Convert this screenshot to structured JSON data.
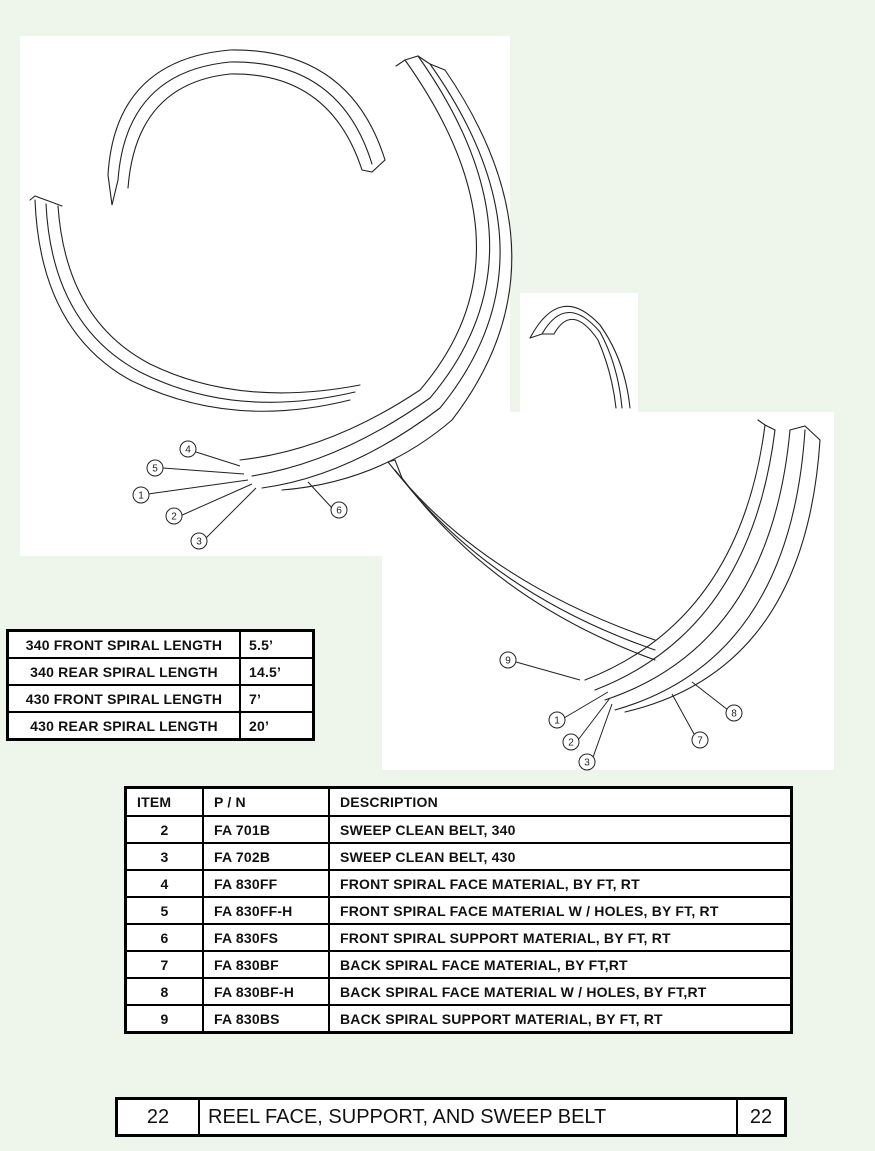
{
  "callouts_top": [
    "4",
    "5",
    "1",
    "2",
    "3",
    "6"
  ],
  "callouts_bottom": [
    "9",
    "1",
    "2",
    "3",
    "7",
    "8"
  ],
  "spiral_lengths": [
    {
      "name": "340 FRONT SPIRAL LENGTH",
      "length": "5.5’"
    },
    {
      "name": "340 REAR SPIRAL LENGTH",
      "length": "14.5’"
    },
    {
      "name": "430 FRONT SPIRAL LENGTH",
      "length": "7’"
    },
    {
      "name": "430 REAR SPIRAL LENGTH",
      "length": "20’"
    }
  ],
  "parts_table": {
    "headers": {
      "item": "ITEM",
      "pn": "P / N",
      "description": "DESCRIPTION"
    },
    "rows": [
      {
        "item": "2",
        "pn": "FA 701B",
        "description": "SWEEP CLEAN BELT, 340"
      },
      {
        "item": "3",
        "pn": "FA 702B",
        "description": "SWEEP CLEAN BELT, 430"
      },
      {
        "item": "4",
        "pn": "FA 830FF",
        "description": "FRONT SPIRAL FACE MATERIAL, BY FT, RT"
      },
      {
        "item": "5",
        "pn": "FA 830FF-H",
        "description": "FRONT SPIRAL FACE MATERIAL W / HOLES, BY FT, RT"
      },
      {
        "item": "6",
        "pn": "FA 830FS",
        "description": "FRONT SPIRAL SUPPORT MATERIAL, BY FT, RT"
      },
      {
        "item": "7",
        "pn": "FA 830BF",
        "description": "BACK SPIRAL FACE MATERIAL, BY FT,RT"
      },
      {
        "item": "8",
        "pn": "FA 830BF-H",
        "description": "BACK SPIRAL FACE MATERIAL W / HOLES, BY FT,RT"
      },
      {
        "item": "9",
        "pn": "FA 830BS",
        "description": "BACK SPIRAL SUPPORT MATERIAL, BY FT, RT"
      }
    ]
  },
  "footer": {
    "page_left": "22",
    "title": "REEL FACE, SUPPORT, AND SWEEP BELT",
    "page_right": "22"
  }
}
